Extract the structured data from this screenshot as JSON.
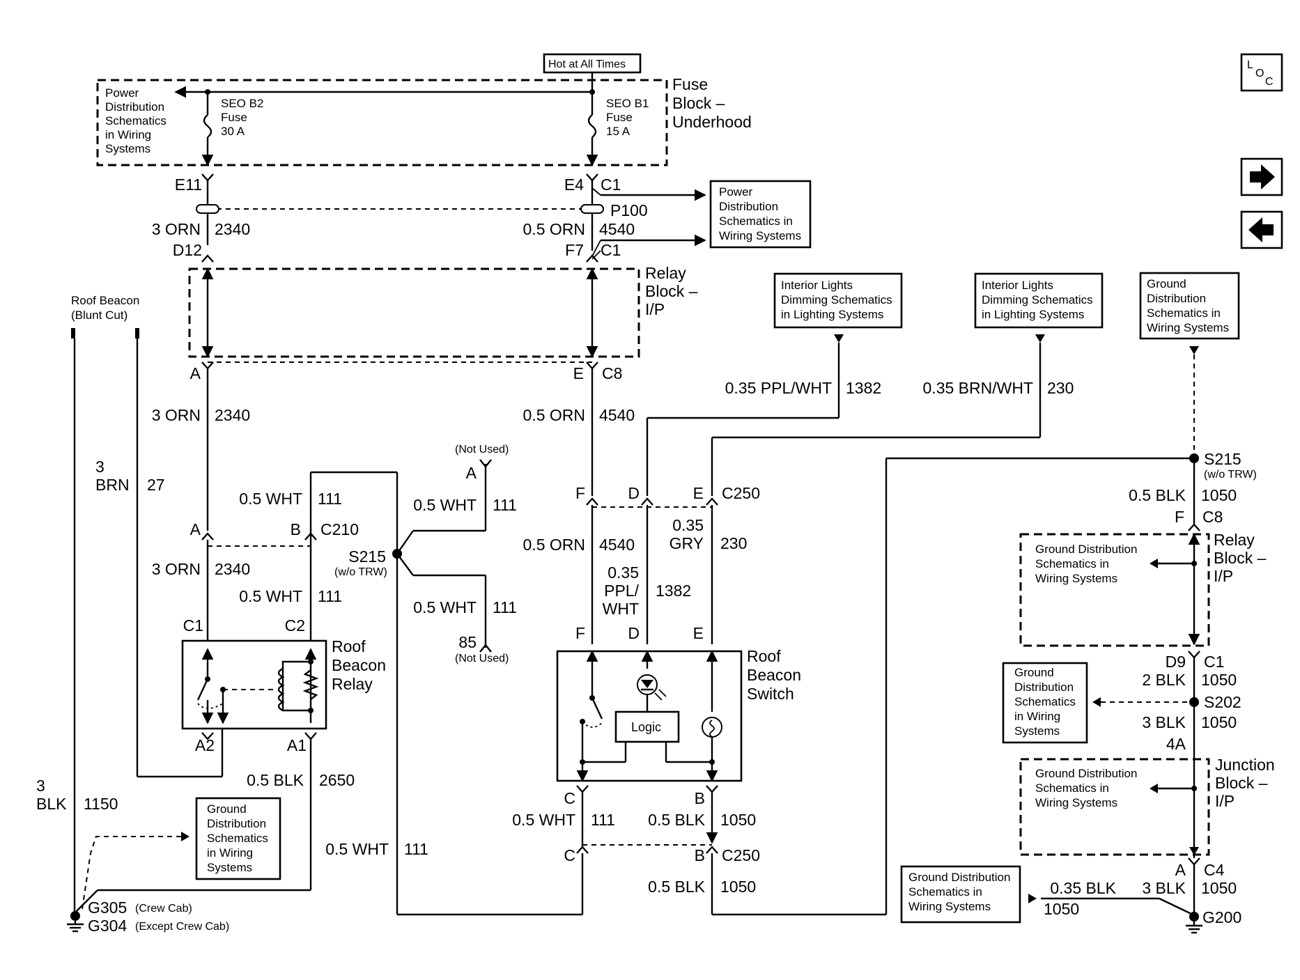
{
  "supply": {
    "hot_at_all_times": "Hot at All Times",
    "fuse_block_lines": [
      "Fuse",
      "Block –",
      "Underhood"
    ],
    "fuse_left_lines": [
      "SEO B2",
      "Fuse",
      "30 A"
    ],
    "fuse_right_lines": [
      "SEO B1",
      "Fuse",
      "15 A"
    ],
    "pds_top_lines": [
      "Power",
      "Distribution",
      "Schematics",
      "in Wiring",
      "Systems"
    ]
  },
  "refs": {
    "pds_right_lines": [
      "Power",
      "Distribution",
      "Schematics in",
      "Wiring Systems"
    ],
    "interior1_lines": [
      "Interior Lights",
      "Dimming Schematics",
      "in Lighting Systems"
    ],
    "interior2_lines": [
      "Interior Lights",
      "Dimming Schematics",
      "in Lighting Systems"
    ],
    "ground_top_lines": [
      "Ground",
      "Distribution",
      "Schematics in",
      "Wiring Systems"
    ],
    "ground_mid_lines": [
      "Ground",
      "Distribution",
      "Schematics",
      "in Wiring",
      "Systems"
    ],
    "ground_left_lines": [
      "Ground",
      "Distribution",
      "Schematics",
      "in Wiring",
      "Systems"
    ],
    "ground_bottom_lines": [
      "Ground Distribution",
      "Schematics in",
      "Wiring Systems"
    ],
    "relay_inner_lines": [
      "Ground Distribution",
      "Schematics in",
      "Wiring Systems"
    ],
    "junction_inner_lines": [
      "Ground Distribution",
      "Schematics in",
      "Wiring Systems"
    ]
  },
  "blocks": {
    "relay_block_lines": [
      "Relay",
      "Block –",
      "I/P"
    ],
    "relay_block2_lines": [
      "Relay",
      "Block –",
      "I/P"
    ],
    "junction_block_lines": [
      "Junction",
      "Block –",
      "I/P"
    ],
    "beacon_relay_lines": [
      "Roof",
      "Beacon",
      "Relay"
    ],
    "beacon_switch_lines": [
      "Roof",
      "Beacon",
      "Switch"
    ],
    "logic": "Logic"
  },
  "roof_beacon_lines": [
    "Roof Beacon",
    "(Blunt Cut)"
  ],
  "labels": {
    "e11": "E11",
    "e4": "E4",
    "c1a": "C1",
    "p100": "P100",
    "orn3": "3 ORN",
    "c2340a": "2340",
    "orn05a": "0.5 ORN",
    "c4540a": "4540",
    "d12": "D12",
    "f7": "F7",
    "c1b": "C1",
    "a_top": "A",
    "e_top": "E",
    "c8a": "C8",
    "orn3b": "3 ORN",
    "c2340b": "2340",
    "orn05b": "0.5 ORN",
    "c4540b": "4540",
    "ppl_wht": "0.35 PPL/WHT",
    "c1382": "1382",
    "brn_wht": "0.35 BRN/WHT",
    "c230": "230",
    "brn3_a": "3",
    "brn3_b": "BRN",
    "c27": "27",
    "wht05a": "0.5 WHT",
    "c111a": "111",
    "wht05b": "0.5 WHT",
    "c111b": "111",
    "not_used_a": "(Not Used)",
    "pin_a": "A",
    "a_c210": "A",
    "b_c210": "B",
    "c210": "C210",
    "s215": "S215",
    "wo_trw": "(w/o TRW)",
    "orn3c": "3 ORN",
    "c2340c": "2340",
    "wht05c": "0.5 WHT",
    "c111c": "111",
    "wht05d": "0.5 WHT",
    "c111d": "111",
    "pin85": "85",
    "not_used_b": "(Not Used)",
    "c1_relay": "C1",
    "c2_relay": "C2",
    "a2": "A2",
    "a1": "A1",
    "blk05a": "0.5 BLK",
    "c2650": "2650",
    "blk3_a": "3",
    "blk3_b": "BLK",
    "c1150": "1150",
    "wht05e": "0.5 WHT",
    "c111e": "111",
    "g305": "G305",
    "crew_cab": "(Crew Cab)",
    "g304": "G304",
    "except_crew": "(Except Crew Cab)",
    "f_c250": "F",
    "d_c250": "D",
    "e_c250": "E",
    "c250a": "C250",
    "orn05c": "0.5 ORN",
    "c4540c": "4540",
    "gry_a": "0.35",
    "gry_b": "GRY",
    "c230b": "230",
    "ppl_a": "0.35",
    "ppl_b": "PPL/",
    "ppl_c": "WHT",
    "c1382b": "1382",
    "f_sw": "F",
    "d_sw": "D",
    "e_sw": "E",
    "c_sw": "C",
    "b_sw": "B",
    "wht05f": "0.5 WHT",
    "c111f": "111",
    "blk05b": "0.5 BLK",
    "c1050a": "1050",
    "c_c250": "C",
    "b_c250": "B",
    "c250b": "C250",
    "blk05c": "0.5 BLK",
    "c1050b": "1050",
    "s215r": "S215",
    "wo_trw2": "(w/o TRW)",
    "blk05d": "0.5 BLK",
    "c1050c": "1050",
    "f_c8": "F",
    "c8b": "C8",
    "d9": "D9",
    "c1c": "C1",
    "blk2": "2 BLK",
    "c1050d": "1050",
    "s202": "S202",
    "blk3c": "3 BLK",
    "c1050e": "1050",
    "pin4a": "4A",
    "a_c4": "A",
    "c4": "C4",
    "blk035": "0.35 BLK",
    "blk3d": "3 BLK",
    "c1050f": "1050",
    "c1050g": "1050",
    "g200": "G200"
  },
  "nav": {
    "loc_l": "L",
    "loc_o": "O",
    "loc_c": "C"
  }
}
